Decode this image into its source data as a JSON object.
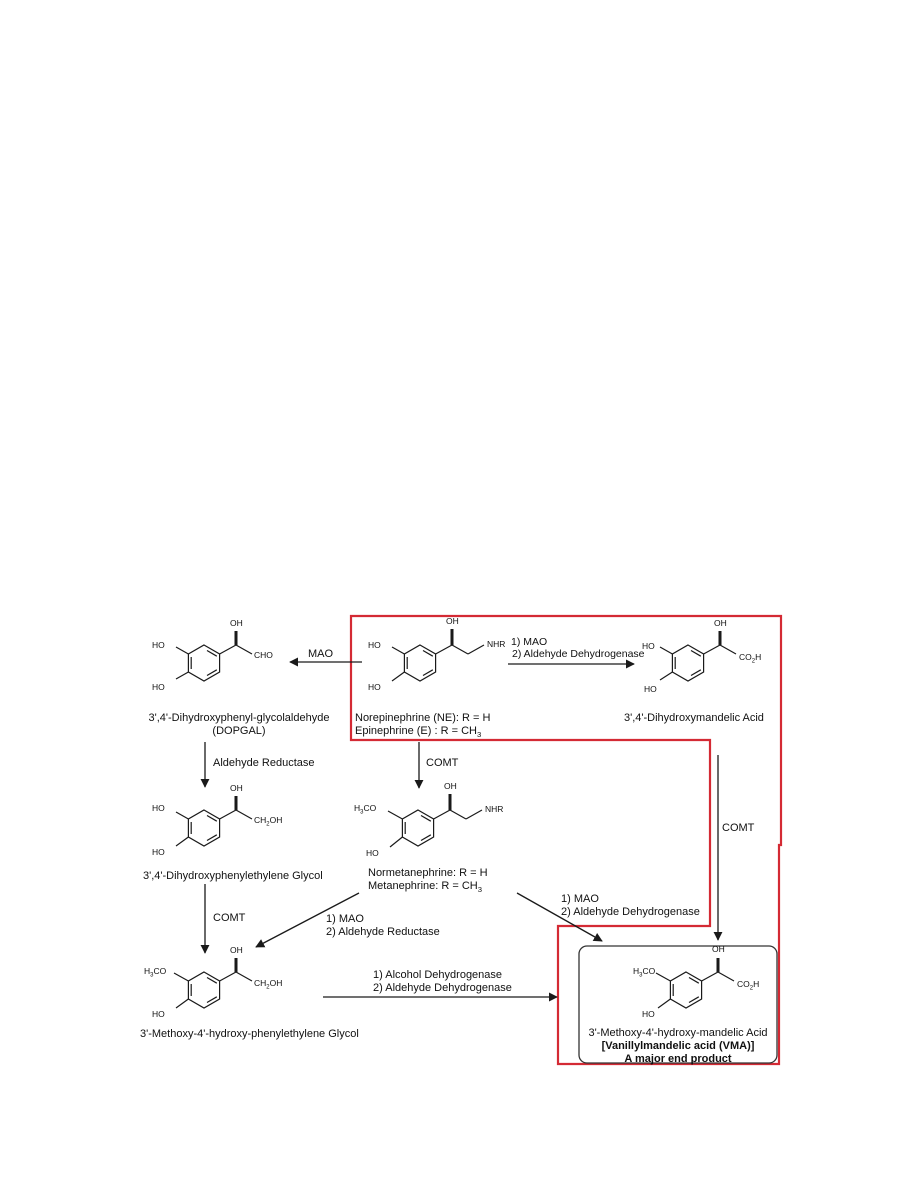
{
  "compounds": {
    "dopgal": {
      "name": "3',4'-Dihydroxyphenyl-glycolaldehyde",
      "abbr": "(DOPGAL)",
      "atoms": {
        "oh": "OH",
        "ho1": "HO",
        "ho2": "HO",
        "r": "CHO"
      }
    },
    "ne": {
      "line1": "Norepinephrine (NE):  R = H",
      "line2_prefix": "Epinephrine (E)       :  R = CH",
      "line2_sub": "3",
      "atoms": {
        "oh": "OH",
        "ho1": "HO",
        "ho2": "HO",
        "r": "NHR"
      }
    },
    "dhma": {
      "name": "3',4'-Dihydroxymandelic Acid",
      "atoms": {
        "oh": "OH",
        "ho1": "HO",
        "ho2": "HO",
        "r_prefix": "CO",
        "r_sub": "2",
        "r_suffix": "H"
      }
    },
    "dhpg": {
      "name": "3',4'-Dihydroxyphenylethylene Glycol",
      "atoms": {
        "oh": "OH",
        "ho1": "HO",
        "ho2": "HO",
        "r_prefix": "CH",
        "r_sub": "2",
        "r_suffix": "OH"
      }
    },
    "nmn": {
      "line1": "Normetanephrine:  R = H",
      "line2_prefix": "Metanephrine:  R = CH",
      "line2_sub": "3",
      "atoms": {
        "oh": "OH",
        "meo_prefix": "H",
        "meo_sub": "3",
        "meo_suffix": "CO",
        "ho2": "HO",
        "r": "NHR"
      }
    },
    "mhpg": {
      "name": "3'-Methoxy-4'-hydroxy-phenylethylene Glycol",
      "atoms": {
        "oh": "OH",
        "meo_prefix": "H",
        "meo_sub": "3",
        "meo_suffix": "CO",
        "ho2": "HO",
        "r_prefix": "CH",
        "r_sub": "2",
        "r_suffix": "OH"
      }
    },
    "vma": {
      "name": "3'-Methoxy-4'-hydroxy-mandelic Acid",
      "alt": "[Vanillylmandelic acid (VMA)]",
      "note": "A major end product",
      "atoms": {
        "oh": "OH",
        "meo_prefix": "H",
        "meo_sub": "3",
        "meo_suffix": "CO",
        "ho2": "HO",
        "r_prefix": "CO",
        "r_sub": "2",
        "r_suffix": "H"
      }
    }
  },
  "enzymes": {
    "mao_left": "MAO",
    "mao_right_1": "1) MAO",
    "mao_right_2": "2) Aldehyde Dehydrogenase",
    "aldehyde_reductase": "Aldehyde Reductase",
    "comt_center": "COMT",
    "comt_right": "COMT",
    "comt_left": "COMT",
    "mao_ar_1": "1) MAO",
    "mao_ar_2": "2) Aldehyde Reductase",
    "mao_ad_1": "1) MAO",
    "mao_ad_2": "2) Aldehyde Dehydrogenase",
    "alc_1": "1) Alcohol Dehydrogenase",
    "alc_2": "2) Aldehyde Dehydrogenase"
  },
  "colors": {
    "highlight": "#d42a34",
    "ink": "#1a1a1a",
    "box": "#333333"
  }
}
